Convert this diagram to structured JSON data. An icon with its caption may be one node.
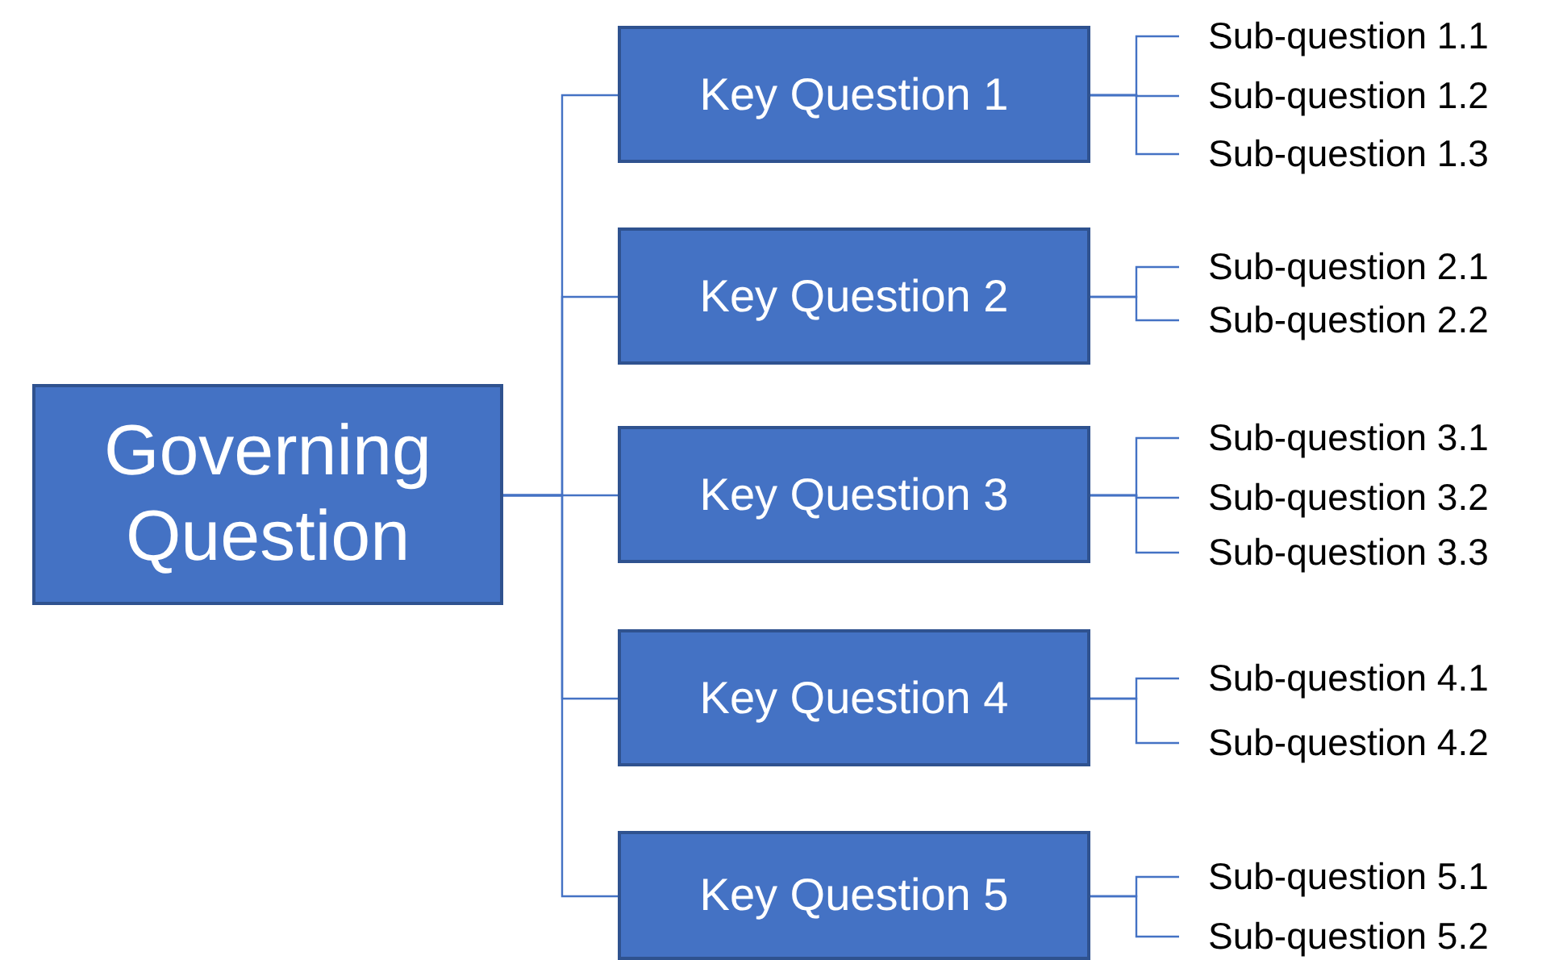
{
  "diagram": {
    "nodes": [
      {
        "text": [
          "Governing Question"
        ]
      },
      {
        "text": [
          "Key Question 1"
        ]
      },
      {
        "text": [
          "Key Question 2"
        ]
      },
      {
        "text": [
          "Key Question 3"
        ]
      },
      {
        "text": [
          "Key Question 4"
        ]
      },
      {
        "text": [
          "Key Question 5"
        ]
      },
      {
        "text": [
          "Sub-question 1.1"
        ]
      },
      {
        "text": [
          "Sub-question 1.2"
        ]
      },
      {
        "text": [
          "Sub-question 1.3"
        ]
      },
      {
        "text": [
          "Sub-question 2.1"
        ]
      },
      {
        "text": [
          "Sub-question 2.2"
        ]
      },
      {
        "text": [
          "Sub-question 3.1"
        ]
      },
      {
        "text": [
          "Sub-question 3.2"
        ]
      },
      {
        "text": [
          "Sub-question 3.3"
        ]
      },
      {
        "text": [
          "Sub-question 4.1"
        ]
      },
      {
        "text": [
          "Sub-question 4.2"
        ]
      },
      {
        "text": [
          "Sub-question 5.1"
        ]
      },
      {
        "text": [
          "Sub-question 5.2"
        ]
      }
    ],
    "edges": [
      {
        "from": 0,
        "to": 1,
        "arrow": "none"
      },
      {
        "from": 0,
        "to": 2,
        "arrow": "none"
      },
      {
        "from": 0,
        "to": 3,
        "arrow": "none"
      },
      {
        "from": 0,
        "to": 4,
        "arrow": "none"
      },
      {
        "from": 0,
        "to": 5,
        "arrow": "none"
      },
      {
        "from": 1,
        "to": 6,
        "arrow": "none"
      },
      {
        "from": 1,
        "to": 7,
        "arrow": "none"
      },
      {
        "from": 1,
        "to": 8,
        "arrow": "none"
      },
      {
        "from": 2,
        "to": 9,
        "arrow": "none"
      },
      {
        "from": 2,
        "to": 10,
        "arrow": "none"
      },
      {
        "from": 3,
        "to": 11,
        "arrow": "none"
      },
      {
        "from": 3,
        "to": 12,
        "arrow": "none"
      },
      {
        "from": 3,
        "to": 13,
        "arrow": "none"
      },
      {
        "from": 4,
        "to": 14,
        "arrow": "none"
      },
      {
        "from": 4,
        "to": 15,
        "arrow": "none"
      },
      {
        "from": 5,
        "to": 16,
        "arrow": "none"
      },
      {
        "from": 5,
        "to": 17,
        "arrow": "none"
      }
    ]
  }
}
